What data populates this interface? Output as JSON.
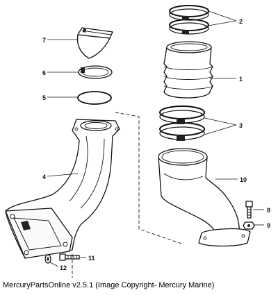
{
  "caption": "MercuryPartsOnline v2.5.1 (Image Copyright- Mercury Marine)",
  "callouts": {
    "c1": "1",
    "c2": "2",
    "c3": "3",
    "c4": "4",
    "c5": "5",
    "c6": "6",
    "c7": "7",
    "c8": "8",
    "c9": "9",
    "c10": "10",
    "c11": "11",
    "c12": "12"
  }
}
